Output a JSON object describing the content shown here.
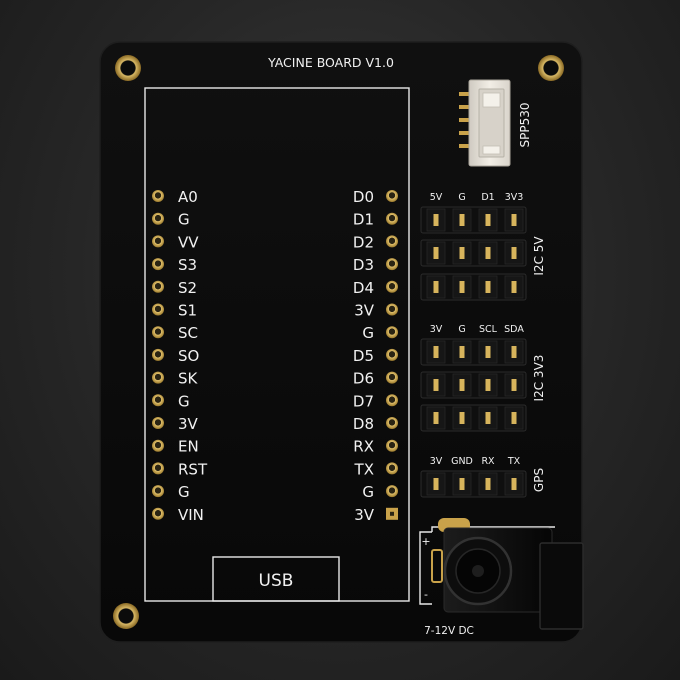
{
  "board": {
    "title": "YACINE BOARD V1.0",
    "colors": {
      "pcb": "#0b0b0b",
      "silkscreen": "#f1f1f1",
      "gold": "#c9a24a",
      "connector": "#e6e2da"
    }
  },
  "module": {
    "left_pins": [
      "A0",
      "G",
      "VV",
      "S3",
      "S2",
      "S1",
      "SC",
      "SO",
      "SK",
      "G",
      "3V",
      "EN",
      "RST",
      "G",
      "VIN"
    ],
    "right_pins": [
      "D0",
      "D1",
      "D2",
      "D3",
      "D4",
      "3V",
      "G",
      "D5",
      "D6",
      "D7",
      "D8",
      "RX",
      "TX",
      "G",
      "3V"
    ],
    "usb_label": "USB"
  },
  "spp_connector": {
    "label": "SPP530"
  },
  "headers": [
    {
      "label": "I2C 5V",
      "columns": [
        "5V",
        "G",
        "D1",
        "3V3"
      ]
    },
    {
      "label": "I2C 3V3",
      "columns": [
        "3V",
        "G",
        "SCL",
        "SDA"
      ]
    },
    {
      "label": "GPS",
      "columns": [
        "3V",
        "GND",
        "RX",
        "TX"
      ]
    }
  ],
  "power": {
    "label": "7-12V DC",
    "plus": "+",
    "minus": "-"
  }
}
